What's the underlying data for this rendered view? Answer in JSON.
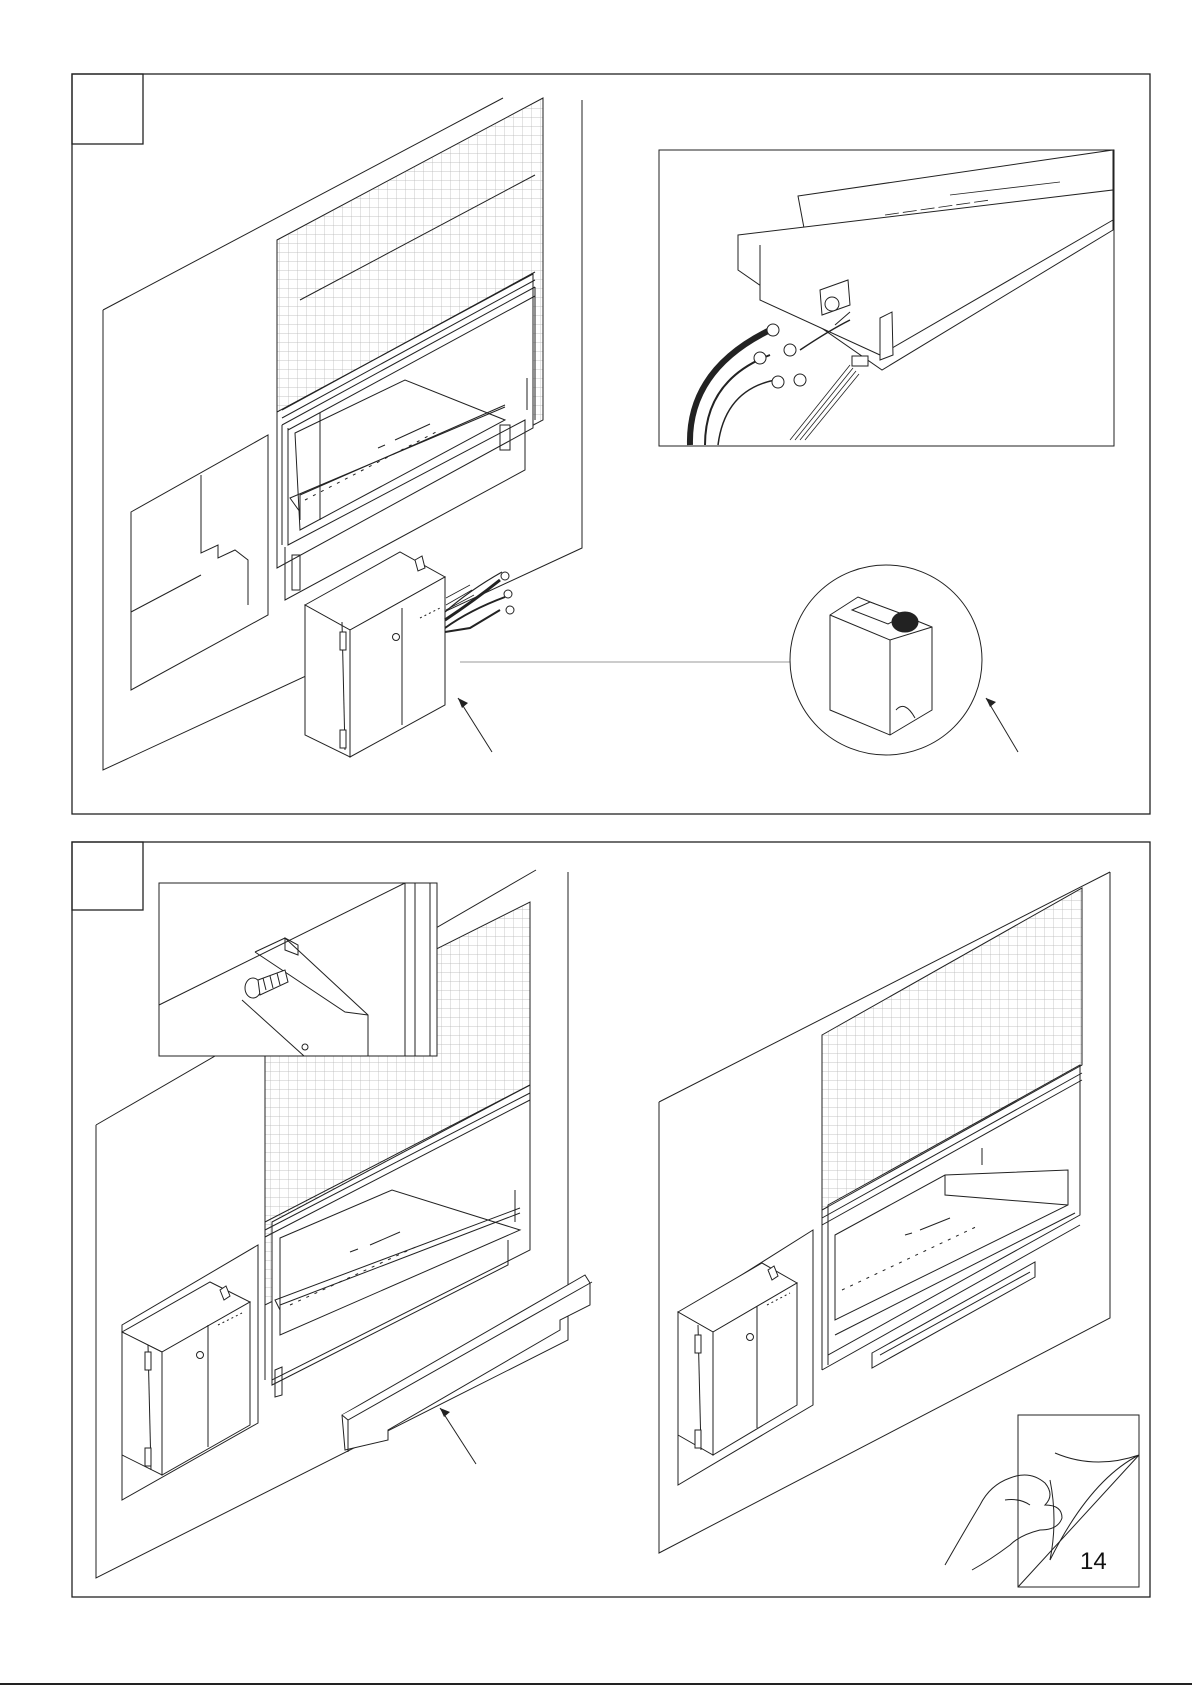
{
  "page": {
    "number": "14"
  },
  "colors": {
    "line": "#222222",
    "mesh": "#b4b4b4",
    "background": "#ffffff"
  },
  "panels": [
    {
      "step_label": "",
      "contents": [
        "fireplace-insert-in-wall",
        "control-box-with-cables",
        "cable-connector-detail",
        "water-tank-detail"
      ]
    },
    {
      "step_label": "",
      "contents": [
        "screw-fixing-detail",
        "installed-control-box",
        "cover-strip",
        "finished-installation",
        "peel-protective-film-icon"
      ]
    }
  ]
}
